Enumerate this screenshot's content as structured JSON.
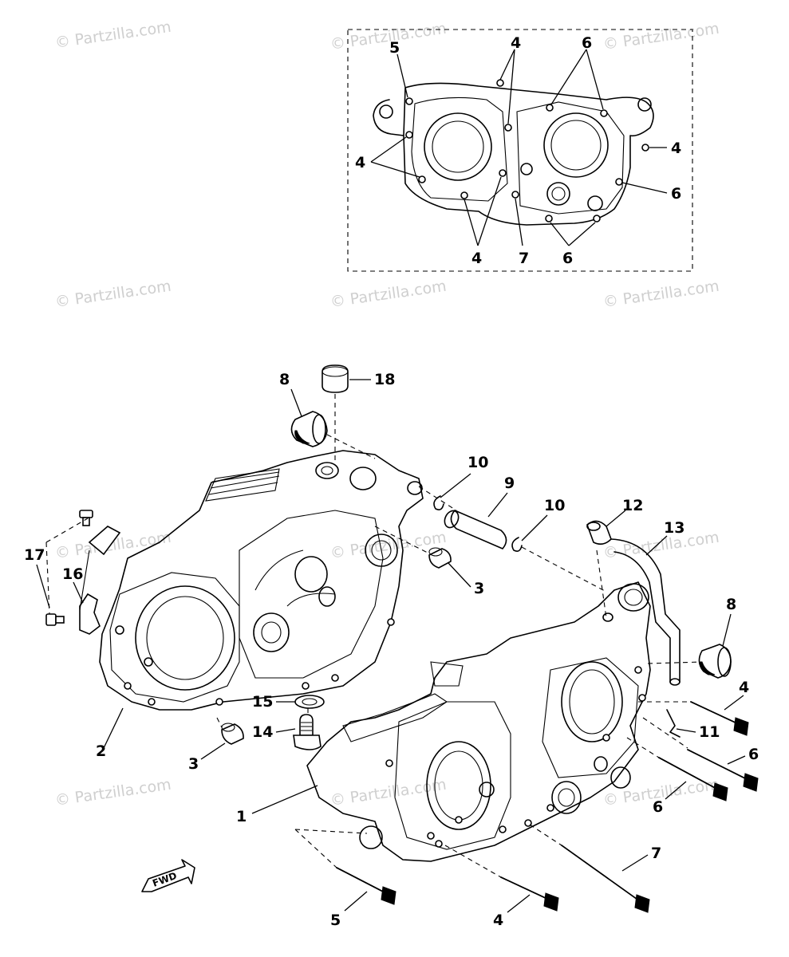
{
  "watermark": "© Partzilla.com",
  "fwd_label": "FWD",
  "callouts": {
    "inset_5": "5",
    "inset_4a": "4",
    "inset_6a": "6",
    "inset_4b": "4",
    "inset_4c": "4",
    "inset_6b": "6",
    "inset_4d": "4",
    "inset_7": "7",
    "inset_6c": "6",
    "p18": "18",
    "p8a": "8",
    "p10a": "10",
    "p9": "9",
    "p10b": "10",
    "p12": "12",
    "p13": "13",
    "p17": "17",
    "p16": "16",
    "p3a": "3",
    "p8b": "8",
    "p4a": "4",
    "p11": "11",
    "p6a": "6",
    "p6b": "6",
    "p15": "15",
    "p14": "14",
    "p2": "2",
    "p3b": "3",
    "p1": "1",
    "p7": "7",
    "p5": "5",
    "p4b": "4"
  }
}
